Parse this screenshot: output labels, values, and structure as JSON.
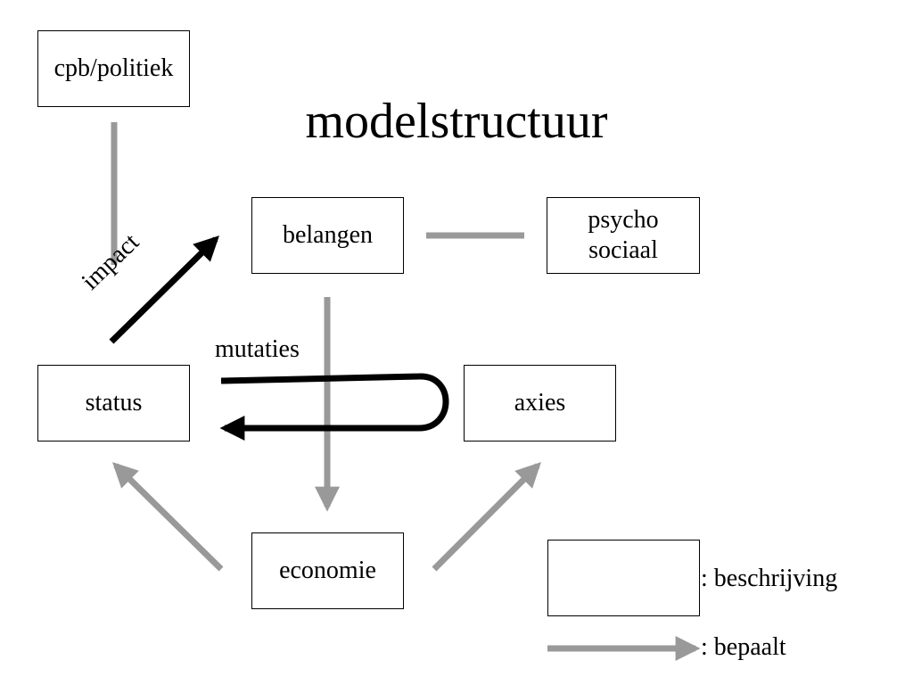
{
  "title": "modelstructuur",
  "colors": {
    "relation_gray": "#999999",
    "flow_black": "#000000",
    "box_border": "#000000"
  },
  "boxes": {
    "cpb": "cpb/politiek",
    "belangen": "belangen",
    "psycho": {
      "line1": "psycho",
      "line2": "sociaal"
    },
    "status": "status",
    "axies": "axies",
    "economie": "economie"
  },
  "labels": {
    "impact": "impact",
    "mutaties": "mutaties"
  },
  "legend": {
    "box_label": ": beschrijving",
    "arrow_label": ": bepaalt"
  }
}
